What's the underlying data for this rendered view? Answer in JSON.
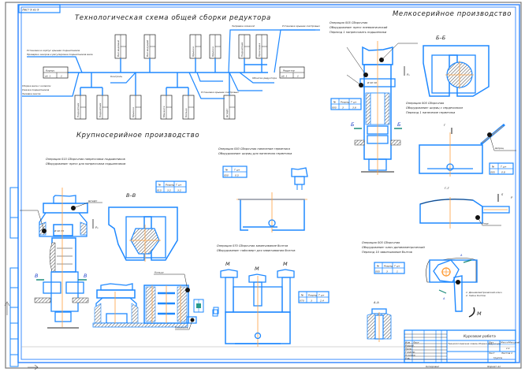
{
  "sheet": {
    "stamp_topleft": "Лист 9 из 9",
    "main_title": "Технологическая схема общей сборки редуктора",
    "section_small_batch": "Мелкосерийное производство",
    "section_large_batch": "Крупносерийное производство",
    "colors": {
      "line": "#1e88ff",
      "axis": "#ffa040",
      "frame": "#3c8cff",
      "text": "#222222"
    }
  },
  "scheme": {
    "base_block": {
      "name": "Корпус",
      "code": "сб. 1",
      "qty": "1"
    },
    "final_block": {
      "name": "Редуктор",
      "code": "сб. 1",
      "qty": "1"
    },
    "notes": [
      "Установка в корпус крышек подшипников",
      "Проверка зазоров и регулировка подшипников вала",
      "Сборка вала с колесом",
      "Смазка подшипников",
      "Заливка масла",
      "Контроль",
      "Установка крышек смотровых",
      "Обкатка редуктора",
      "Заправка смазкой"
    ],
    "top_blocks": [
      "Вал ведомый",
      "Вал ведущий",
      "Крышка",
      "Крышка",
      "Подшипник",
      "Прокладка"
    ],
    "bottom_blocks": [
      "Подшипник",
      "Подшипник",
      "Крышка",
      "Манжета",
      "Кольцо",
      "Штифт"
    ]
  },
  "operations": {
    "op1": {
      "line1": "Операция 005 Сборочная",
      "line2": "Оборудование: пресс пневматический",
      "line3": "Переход 1 напрессовать подшипники",
      "section": "Б–Б",
      "mark": "Б",
      "force": "P₀",
      "table": {
        "h": [
          "№",
          "Разряд",
          "Т шт"
        ],
        "r": [
          "005",
          "3",
          "3.6"
        ]
      }
    },
    "op2": {
      "line1": "Операция 005 Сборочная",
      "line2": "Оборудование: шприц с сердечником",
      "line3": "Переход 1 нанесение герметика",
      "section_g": "Г",
      "section_gg": "Г–Г",
      "s": "S",
      "p": "P",
      "table": {
        "h": [
          "№",
          "Т шт"
        ],
        "r": [
          "005",
          "0.8"
        ]
      }
    },
    "op3": {
      "line1": "Операция 015 Сборочная напрессовка подшипников",
      "line2": "Оборудование: пресс для напрессовки подшипников",
      "section": "В–В",
      "mark": "В",
      "force": "P₀",
      "table": {
        "h": [
          "№",
          "Разряд",
          "Т шт"
        ],
        "r": [
          "015",
          "3.2",
          "3.2"
        ]
      }
    },
    "op4": {
      "line1": "Операция 050 Сборочная нанесение герметика",
      "line2": "Оборудование: шприц для нанесения герметика",
      "table": {
        "h": [
          "№",
          "Т шт"
        ],
        "r": [
          "050",
          "0.5"
        ]
      }
    },
    "op5": {
      "line1": "Операция 070 Сборочная завинчивание болтов",
      "line2": "Оборудование: гайковерт для завинчивания болтов",
      "moment": "M",
      "table": {
        "h": [
          "№",
          "Разряд",
          "Т шт"
        ],
        "r": [
          "070",
          "3",
          "2.4"
        ]
      }
    },
    "op6": {
      "line1": "Операция 005 Сборочная",
      "line2": "Оборудование: ключ динамометрический",
      "line3": "Переход 10 завинчивание болтов",
      "section": "А–А",
      "mark": "А",
      "moment": "M",
      "note1": "1. Динамометрический ключ",
      "note2": "2. Гайка болтов",
      "table": {
        "h": [
          "№",
          "Разряд",
          "Т шт"
        ],
        "r": [
          "005",
          "3",
          "1"
        ]
      }
    }
  },
  "title_block": {
    "title": "Курсовая работа",
    "doc_name": "Технологическая схема сборки редуктора",
    "rows": [
      "Изм",
      "Лист",
      "Разраб.",
      "Пров.",
      "Т.контр.",
      "Н.контр.",
      "Утв."
    ],
    "cols": [
      "Лит.",
      "Масса",
      "Масштаб"
    ],
    "sheet": "Лист",
    "sheets": "Листов 1",
    "org": "Группа",
    "scale": "1:1",
    "copied": "Копировал",
    "format": "Формат А1"
  },
  "labels": {
    "leader_rp": "Штифт",
    "leader_upor": "Упор",
    "leader_shpric": "Шприц",
    "leader_kolco": "Кольцо",
    "leader_ploskost": "Плоскость",
    "gauge": "Ø 40 h6"
  }
}
